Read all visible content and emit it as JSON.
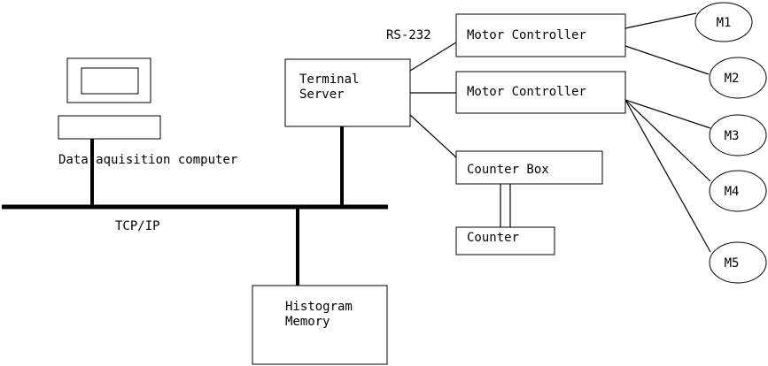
{
  "labels": {
    "rs232": "RS-232",
    "terminal_server_line1": "Terminal",
    "terminal_server_line2": "Server",
    "motor_controller_1": "Motor Controller",
    "motor_controller_2": "Motor Controller",
    "counter_box": "Counter Box",
    "counter": "Counter",
    "daq_computer": "Data aquisition computer",
    "tcpip": "TCP/IP",
    "histogram_line1": "Histogram",
    "histogram_line2": "Memory",
    "motors": [
      "M1",
      "M2",
      "M3",
      "M4",
      "M5"
    ]
  },
  "colors": {
    "stroke": "#000000",
    "background": "#ffffff"
  }
}
